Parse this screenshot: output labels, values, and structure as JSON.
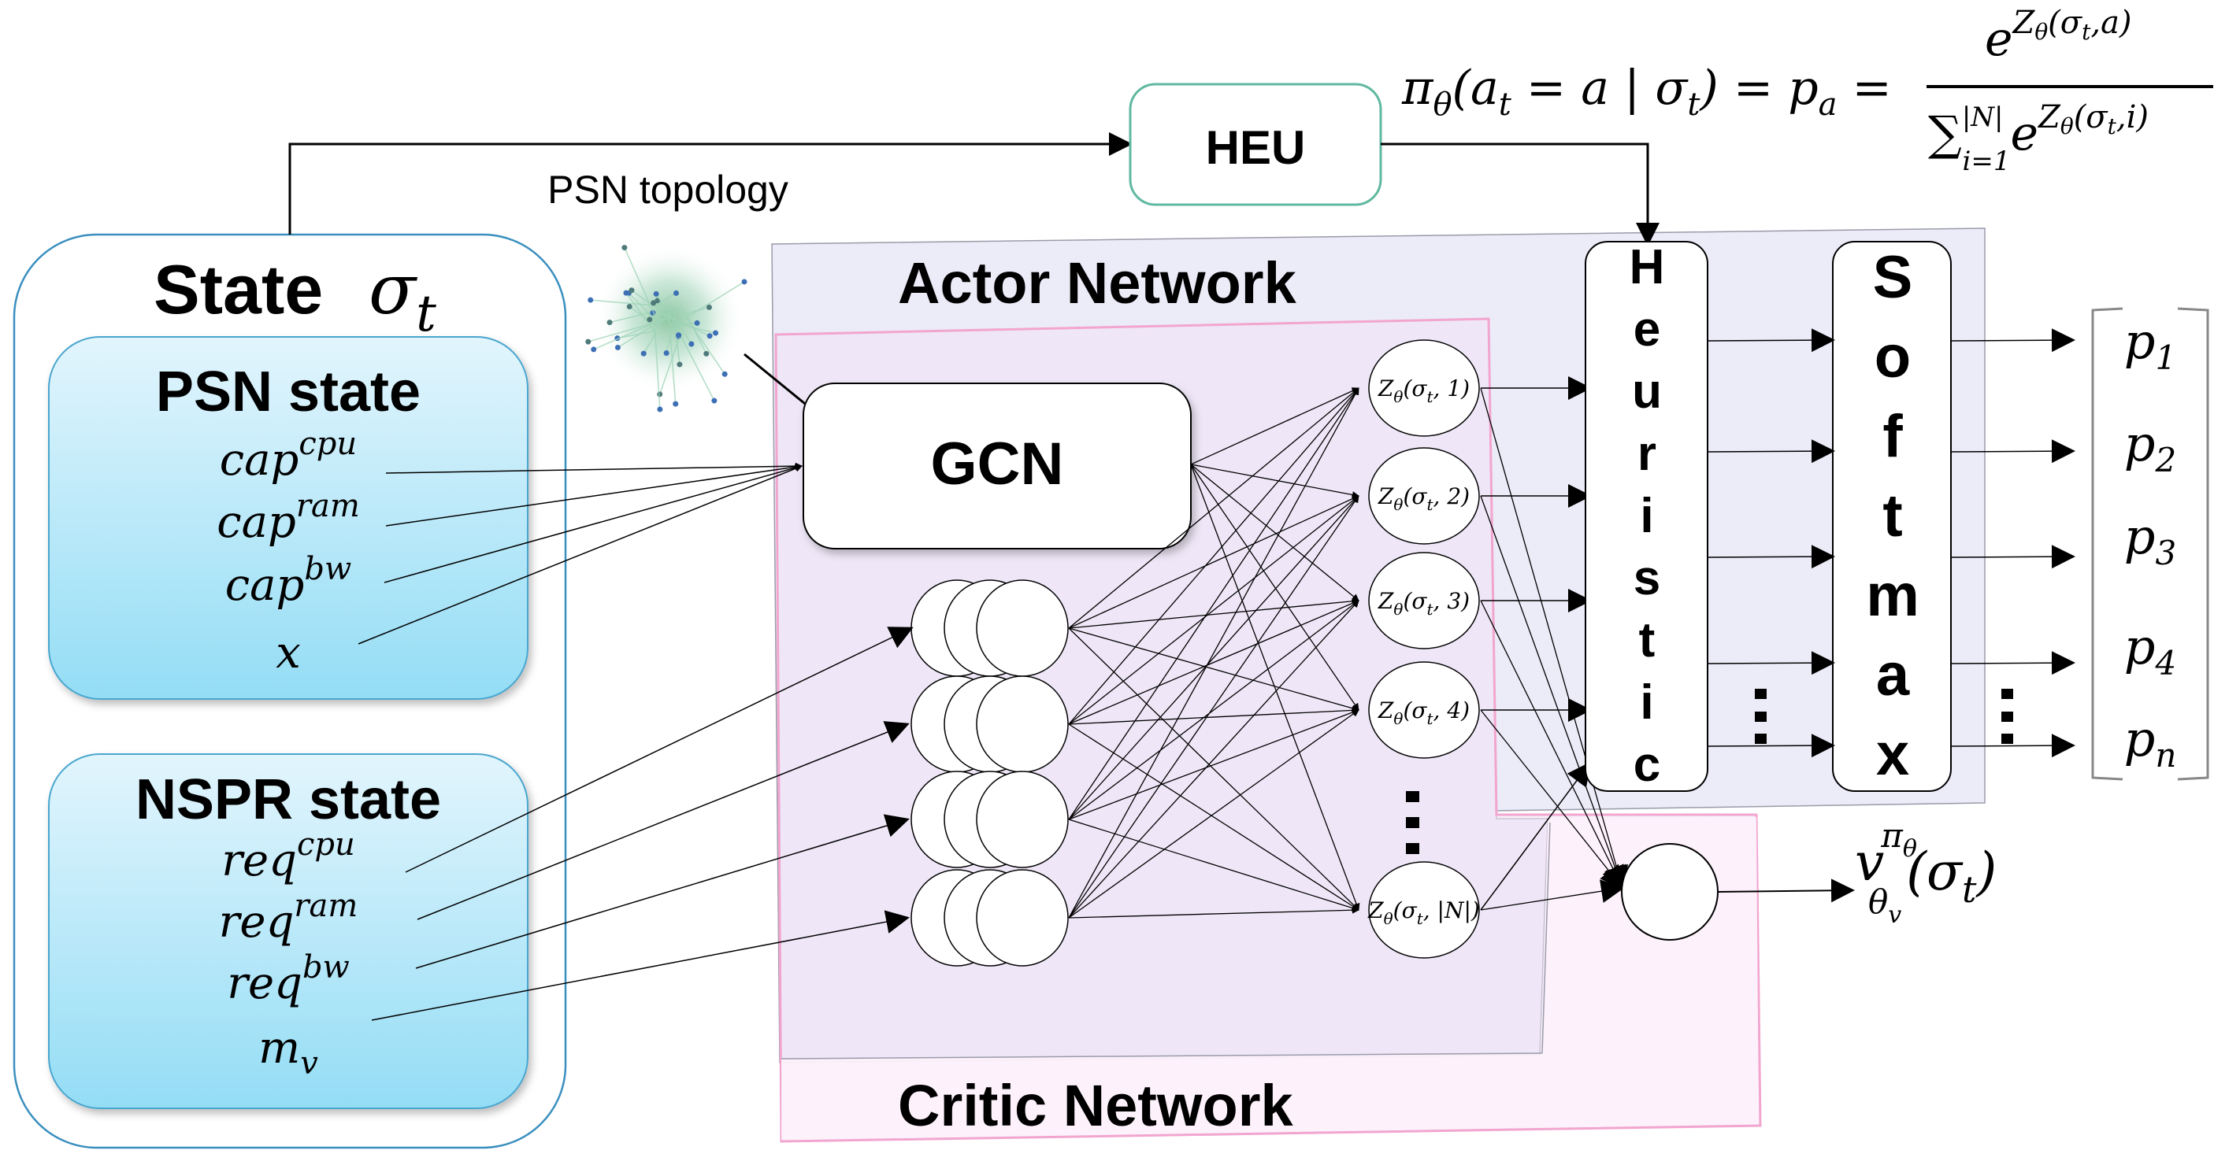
{
  "state": {
    "title": "State",
    "symbol": "σ",
    "symbol_sub": "t"
  },
  "psn_state": {
    "title": "PSN state",
    "features": [
      {
        "base": "cap",
        "sup": "cpu",
        "sub": ""
      },
      {
        "base": "cap",
        "sup": "ram",
        "sub": ""
      },
      {
        "base": "cap",
        "sup": "bw",
        "sub": ""
      },
      {
        "base": "x",
        "sup": "",
        "sub": ""
      }
    ]
  },
  "nspr_state": {
    "title": "NSPR state",
    "features": [
      {
        "base": "req",
        "sup": "cpu",
        "sub": ""
      },
      {
        "base": "req",
        "sup": "ram",
        "sub": ""
      },
      {
        "base": "req",
        "sup": "bw",
        "sub": ""
      },
      {
        "base": "m",
        "sup": "",
        "sub": "v"
      }
    ]
  },
  "psn_topology": {
    "label": "PSN topology"
  },
  "heu": {
    "label": "HEU"
  },
  "actor_network": {
    "label": "Actor Network"
  },
  "critic_network": {
    "label": "Critic Network"
  },
  "gcn": {
    "label": "GCN"
  },
  "heuristic": {
    "label": "Heuristic"
  },
  "softmax": {
    "label": "Softmax"
  },
  "logits": [
    {
      "text": "Z",
      "sub": "θ",
      "args": "(σ",
      "argsub": "t",
      "tail": ", 1)"
    },
    {
      "text": "Z",
      "sub": "θ",
      "args": "(σ",
      "argsub": "t",
      "tail": ", 2)"
    },
    {
      "text": "Z",
      "sub": "θ",
      "args": "(σ",
      "argsub": "t",
      "tail": ", 3)"
    },
    {
      "text": "Z",
      "sub": "θ",
      "args": "(σ",
      "argsub": "t",
      "tail": ", 4)"
    },
    {
      "text": "Z",
      "sub": "θ",
      "args": "(σ",
      "argsub": "t",
      "tail": ", |N|)"
    }
  ],
  "outputs": [
    {
      "base": "p",
      "sub": "1"
    },
    {
      "base": "p",
      "sub": "2"
    },
    {
      "base": "p",
      "sub": "3"
    },
    {
      "base": "p",
      "sub": "4"
    },
    {
      "base": "p",
      "sub": "n"
    }
  ],
  "value_output": {
    "base": "v",
    "sup": "π",
    "sup_sub": "θ",
    "sub": "θ",
    "sub_sub": "v",
    "arg": "(σ",
    "arg_sub": "t",
    "arg_close": ")"
  },
  "policy_formula": {
    "lhs_pi": "π",
    "lhs_pi_sub": "θ",
    "lhs_open": "(a",
    "lhs_a_sub": "t",
    "lhs_mid": " = a | σ",
    "lhs_sigma_sub": "t",
    "lhs_close": ") = p",
    "p_sub": "a",
    "eq": " =",
    "num_base": "e",
    "num_exp_Z": "Z",
    "num_exp_sub": "θ",
    "num_exp_args": "(σ",
    "num_exp_argsub": "t",
    "num_exp_tail": ",a)",
    "den_sum": "∑",
    "den_sum_sup": "|N|",
    "den_sum_sub": "i=1",
    "den_base": "e",
    "den_exp_Z": "Z",
    "den_exp_sub": "θ",
    "den_exp_args": "(σ",
    "den_exp_argsub": "t",
    "den_exp_tail": ",i)"
  },
  "ellipsis": "⋮",
  "colors": {
    "state_border": "#3a8fbf",
    "state_box_top": "#dff4fc",
    "state_box_bottom": "#95def5",
    "heu_border": "#5fb8a0",
    "actor_fill": "#ecebf8",
    "critic_fill": "#fbeefa",
    "critic_border": "#f2a5cf",
    "node_border": "#000000"
  }
}
